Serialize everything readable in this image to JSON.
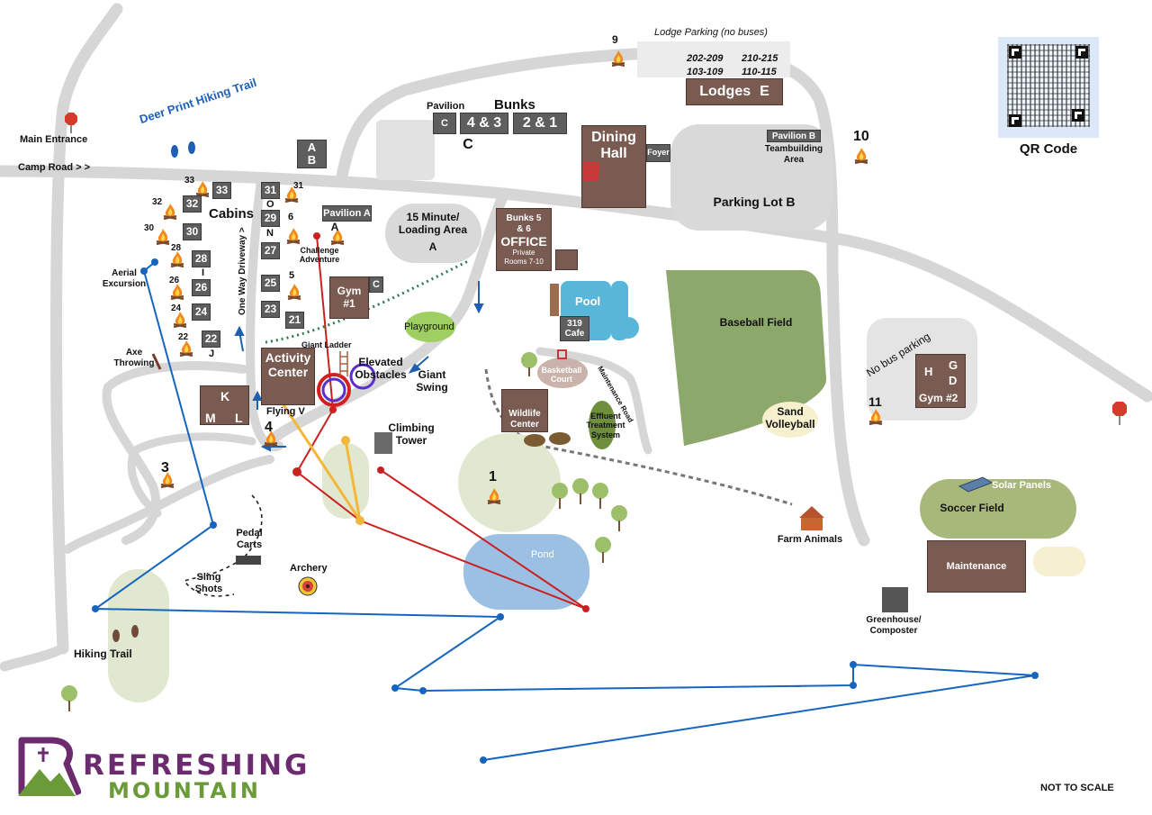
{
  "trail": {
    "name": "Deer Print Hiking Trail"
  },
  "entrance": {
    "main": "Main Entrance",
    "road": "Camp Road > >"
  },
  "lodge_parking": "Lodge Parking (no buses)",
  "lodge_rooms": [
    "202-209",
    "210-215",
    "103-109",
    "110-115"
  ],
  "lodges": {
    "label": "Lodges",
    "letter": "E"
  },
  "qr": {
    "label": "QR Code"
  },
  "bunks": {
    "title": "Bunks",
    "b43": "4 & 3",
    "b21": "2 & 1",
    "pavilion": "Pavilion",
    "pavilion_letter": "C",
    "site_letter": "C"
  },
  "dining": {
    "label": "Dining Hall",
    "foyer": "Foyer"
  },
  "pavilion_b": {
    "label": "Pavilion B",
    "sub": "Teambuilding Area"
  },
  "parking_b": "Parking Lot B",
  "cabins": {
    "label": "Cabins",
    "ab_top": "A",
    "ab_bottom": "B",
    "numbers": [
      "33",
      "32",
      "30",
      "28",
      "26",
      "24",
      "22",
      "31",
      "29",
      "27",
      "25",
      "23",
      "21"
    ],
    "letters": [
      "O",
      "N",
      "I",
      "J"
    ]
  },
  "driveway": "One Way Driveway >",
  "pavilion_a": {
    "label": "Pavilion A",
    "letter": "A"
  },
  "challenge": "Challenge Adventure",
  "loading": {
    "label": "15 Minute/ Loading Area",
    "letter": "A"
  },
  "office": {
    "bunks": "Bunks 5 & 6",
    "label": "OFFICE",
    "sub": "Private Rooms 7-10"
  },
  "gym1": {
    "label": "Gym #1",
    "letter": "C"
  },
  "pool": "Pool",
  "cafe": {
    "label": "319 Cafe"
  },
  "playground": "Playground",
  "giant_ladder": "Giant Ladder",
  "activity_center": "Activity Center",
  "elevated_obstacles": "Elevated Obstacles",
  "giant_swing": "Giant Swing",
  "aerial": "Aerial Excursion",
  "axe": "Axe Throwing",
  "klm": {
    "k": "K",
    "m": "M",
    "l": "L"
  },
  "flying_v": "Flying V",
  "climbing_tower": "Climbing Tower",
  "basketball": "Basketball Court",
  "maintenance_road": "Maintenance Road",
  "wildlife": "Wildlife Center",
  "effluent": "Effluent Treatment System",
  "baseball": "Baseball Field",
  "no_bus": "No bus parking",
  "gym2": {
    "h": "H",
    "g": "G",
    "d": "D",
    "label": "Gym #2"
  },
  "sand_volleyball": "Sand Volleyball",
  "solar": "Solar Panels",
  "soccer": "Soccer Field",
  "farm": "Farm Animals",
  "maintenance": "Maintenance",
  "greenhouse": "Greenhouse/ Composter",
  "pond": "Pond",
  "pedal_carts": "Pedal Carts",
  "sling_shots": "Sling Shots",
  "archery": "Archery",
  "hiking_trail": "Hiking Trail",
  "campfires": [
    "1",
    "3",
    "4",
    "5",
    "6",
    "9",
    "10",
    "11"
  ],
  "logo": {
    "word1": "REFRESHING",
    "word2": "MOUNTAIN"
  },
  "scale_note": "NOT TO SCALE",
  "colors": {
    "road": "#d3d3d3",
    "grass": "#8da86a",
    "field_light": "#dfe6cf",
    "pond": "#9cc0e4",
    "pool": "#5ab8d9",
    "zipline_blue": "#1565c0",
    "zipline_red": "#cc1f1f",
    "zipline_yellow": "#f4b63b",
    "logo_purple": "#6c2b6e",
    "logo_green": "#6b9b38"
  }
}
